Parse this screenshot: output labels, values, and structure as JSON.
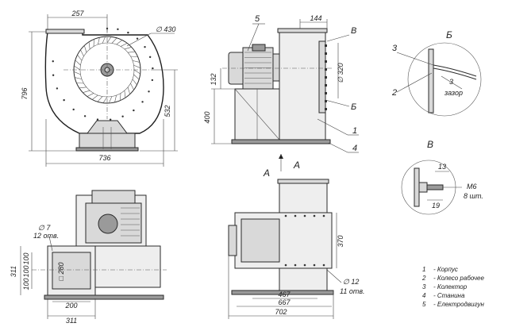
{
  "dimensions": {
    "front_outlet_width": "257",
    "front_wheel_diameter": "∅ 430",
    "front_total_height": "796",
    "front_axis_height": "532",
    "front_total_width": "736",
    "side_outlet_width": "144",
    "side_collector_diameter": "∅ 320",
    "side_motor_height": "132",
    "side_frame_height": "400",
    "plan_flange_height": "311",
    "plan_step1": "100",
    "plan_step2": "100",
    "plan_step3": "100",
    "plan_outlet_size": "□ 280",
    "plan_base_width": "200",
    "plan_total_width": "311",
    "plan_hole_label": "∅ 7",
    "plan_hole_count": "12 отв.",
    "rear_height": "370",
    "rear_hole_label": "∅ 12",
    "rear_hole_count": "11 отв.",
    "rear_width_1": "467",
    "rear_width_2": "667",
    "rear_width_3": "702",
    "detail_gap_value": "3",
    "detail_gap_label": "зазор",
    "detail_bolt_13": "13",
    "detail_bolt_19": "19",
    "detail_bolt_m6": "M6",
    "detail_bolt_count": "8 шт."
  },
  "callouts": {
    "c1": "1",
    "c4": "4",
    "c5": "5",
    "cB": "В",
    "cBv": "Б",
    "cA1": "A",
    "cA2": "A",
    "det_b_title": "Б",
    "det_v_title": "В",
    "det_c3": "3",
    "det_c2": "2"
  },
  "legend": [
    {
      "num": "1",
      "text": "- Корпус"
    },
    {
      "num": "2",
      "text": "- Колесо рабочее"
    },
    {
      "num": "3",
      "text": "- Колектор"
    },
    {
      "num": "4",
      "text": "- Станина"
    },
    {
      "num": "5",
      "text": "- Електродвигун"
    }
  ]
}
